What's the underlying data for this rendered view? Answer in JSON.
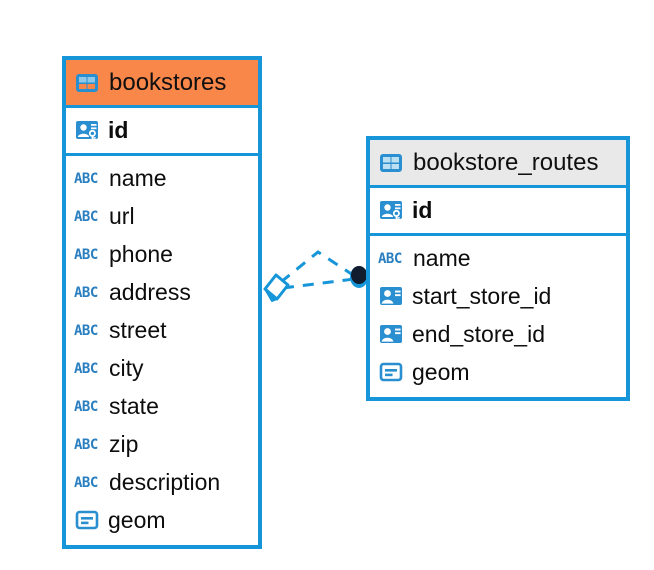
{
  "diagram": {
    "type": "entity-relationship-diagram",
    "background_color": "#ffffff",
    "accent_color": "#1696d8",
    "highlight_color": "#f9874a",
    "header_plain_color": "#e9e9e9",
    "icon_blue": "#2a8fd0",
    "relationship_endpoint_color": "#0d1b2e"
  },
  "entities": [
    {
      "name": "bookstores",
      "header_style": "accent",
      "table_icon": "table-icon",
      "keys": [
        {
          "label": "id",
          "icon": "primary-key-icon",
          "bold": true
        }
      ],
      "fields": [
        {
          "label": "name",
          "icon": "abc-text-icon"
        },
        {
          "label": "url",
          "icon": "abc-text-icon"
        },
        {
          "label": "phone",
          "icon": "abc-text-icon"
        },
        {
          "label": "address",
          "icon": "abc-text-icon"
        },
        {
          "label": "street",
          "icon": "abc-text-icon"
        },
        {
          "label": "city",
          "icon": "abc-text-icon"
        },
        {
          "label": "state",
          "icon": "abc-text-icon"
        },
        {
          "label": "zip",
          "icon": "abc-text-icon"
        },
        {
          "label": "description",
          "icon": "abc-text-icon"
        },
        {
          "label": "geom",
          "icon": "geometry-icon"
        }
      ]
    },
    {
      "name": "bookstore_routes",
      "header_style": "plain",
      "table_icon": "table-icon",
      "keys": [
        {
          "label": "id",
          "icon": "primary-key-icon",
          "bold": true
        }
      ],
      "fields": [
        {
          "label": "name",
          "icon": "abc-text-icon"
        },
        {
          "label": "start_store_id",
          "icon": "foreign-key-icon"
        },
        {
          "label": "end_store_id",
          "icon": "foreign-key-icon"
        },
        {
          "label": "geom",
          "icon": "geometry-icon"
        }
      ]
    }
  ],
  "relationships": [
    {
      "from": "bookstores",
      "to": "bookstore_routes",
      "line_style": "dashed",
      "source_marker": "diamond-marker",
      "target_marker": "filled-circle-marker"
    },
    {
      "from": "bookstores",
      "to": "bookstore_routes",
      "line_style": "dashed",
      "source_marker": "diamond-marker",
      "target_marker": "filled-circle-marker"
    }
  ]
}
